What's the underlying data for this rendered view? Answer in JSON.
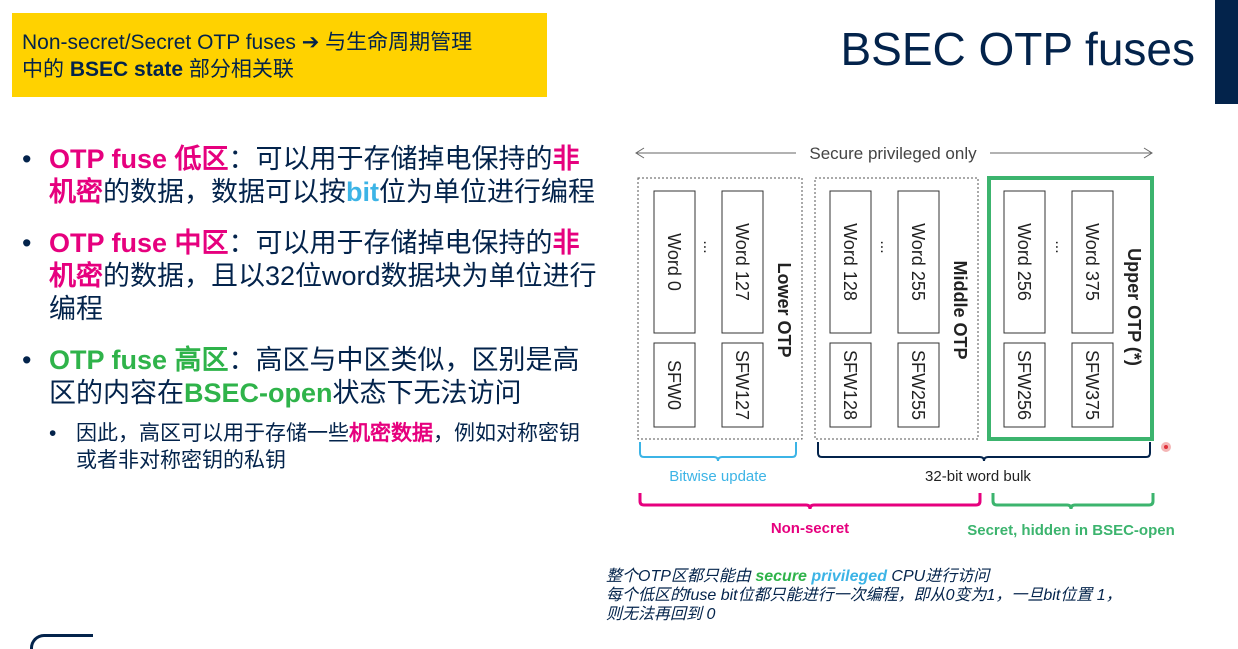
{
  "callout": {
    "line1_prefix": "Non-secret/Secret OTP fuses ",
    "arrow": "➔",
    "line1_suffix": " 与生命周期管理",
    "line2_prefix": "中的 ",
    "line2_bold": "BSEC state",
    "line2_suffix": " 部分相关联"
  },
  "title": "BSEC OTP fuses",
  "bullets": {
    "b1": {
      "dot": "•",
      "label": "OTP fuse 低区",
      "p1": "：可以用于存储掉电保持的",
      "secret": "非机密",
      "p2": "的数据，数据可以按",
      "bit": "bit",
      "p3": "位为单位进行编程"
    },
    "b2": {
      "dot": "•",
      "label": "OTP fuse 中区",
      "p1": "：可以用于存储掉电保持的",
      "secret": "非机密",
      "p2": "的数据，且以32位word数据块为单位进行编程"
    },
    "b3": {
      "dot": "•",
      "label": "OTP fuse 高区",
      "p1": "：高区与中区类似，区别是高区的内容在",
      "state": "BSEC-open",
      "p2": "状态下无法访问"
    },
    "sub": {
      "dot": "•",
      "p1": "因此，高区可以用于存储一些",
      "secret": "机密数据",
      "p2": "，例如对称密钥或者非对称密钥的私钥"
    }
  },
  "diagram": {
    "top_label": "Secure privileged only",
    "regions": [
      {
        "name": "Lower OTP",
        "words": [
          "Word 0",
          "Word 127"
        ],
        "sfws": [
          "SFW0",
          "SFW127"
        ],
        "ellipsis": "..."
      },
      {
        "name": "Middle OTP",
        "words": [
          "Word 128",
          "Word 255"
        ],
        "sfws": [
          "SFW128",
          "SFW255"
        ],
        "ellipsis": "..."
      },
      {
        "name": "Upper OTP (*)",
        "words": [
          "Word 256",
          "Word 375"
        ],
        "sfws": [
          "SFW256",
          "SFW375"
        ],
        "ellipsis": "..."
      }
    ],
    "bitwise_label": "Bitwise update",
    "bulk_label": "32-bit word bulk",
    "nonsecret_label": "Non-secret",
    "secret_label": "Secret, hidden in BSEC-open",
    "colors": {
      "blue": "#3cb4e6",
      "pink": "#e6007e",
      "green": "#3cb46e",
      "navy": "#03234b"
    }
  },
  "notes": {
    "l1_prefix": "整个OTP区都只能由 ",
    "l1_secure": "secure",
    "l1_privileged": "privileged",
    "l1_suffix": " CPU进行访问",
    "l2": "每个低区的fuse bit位都只能进行一次编程，即从0变为1，一旦bit位置 1，",
    "l3": "则无法再回到 0"
  }
}
